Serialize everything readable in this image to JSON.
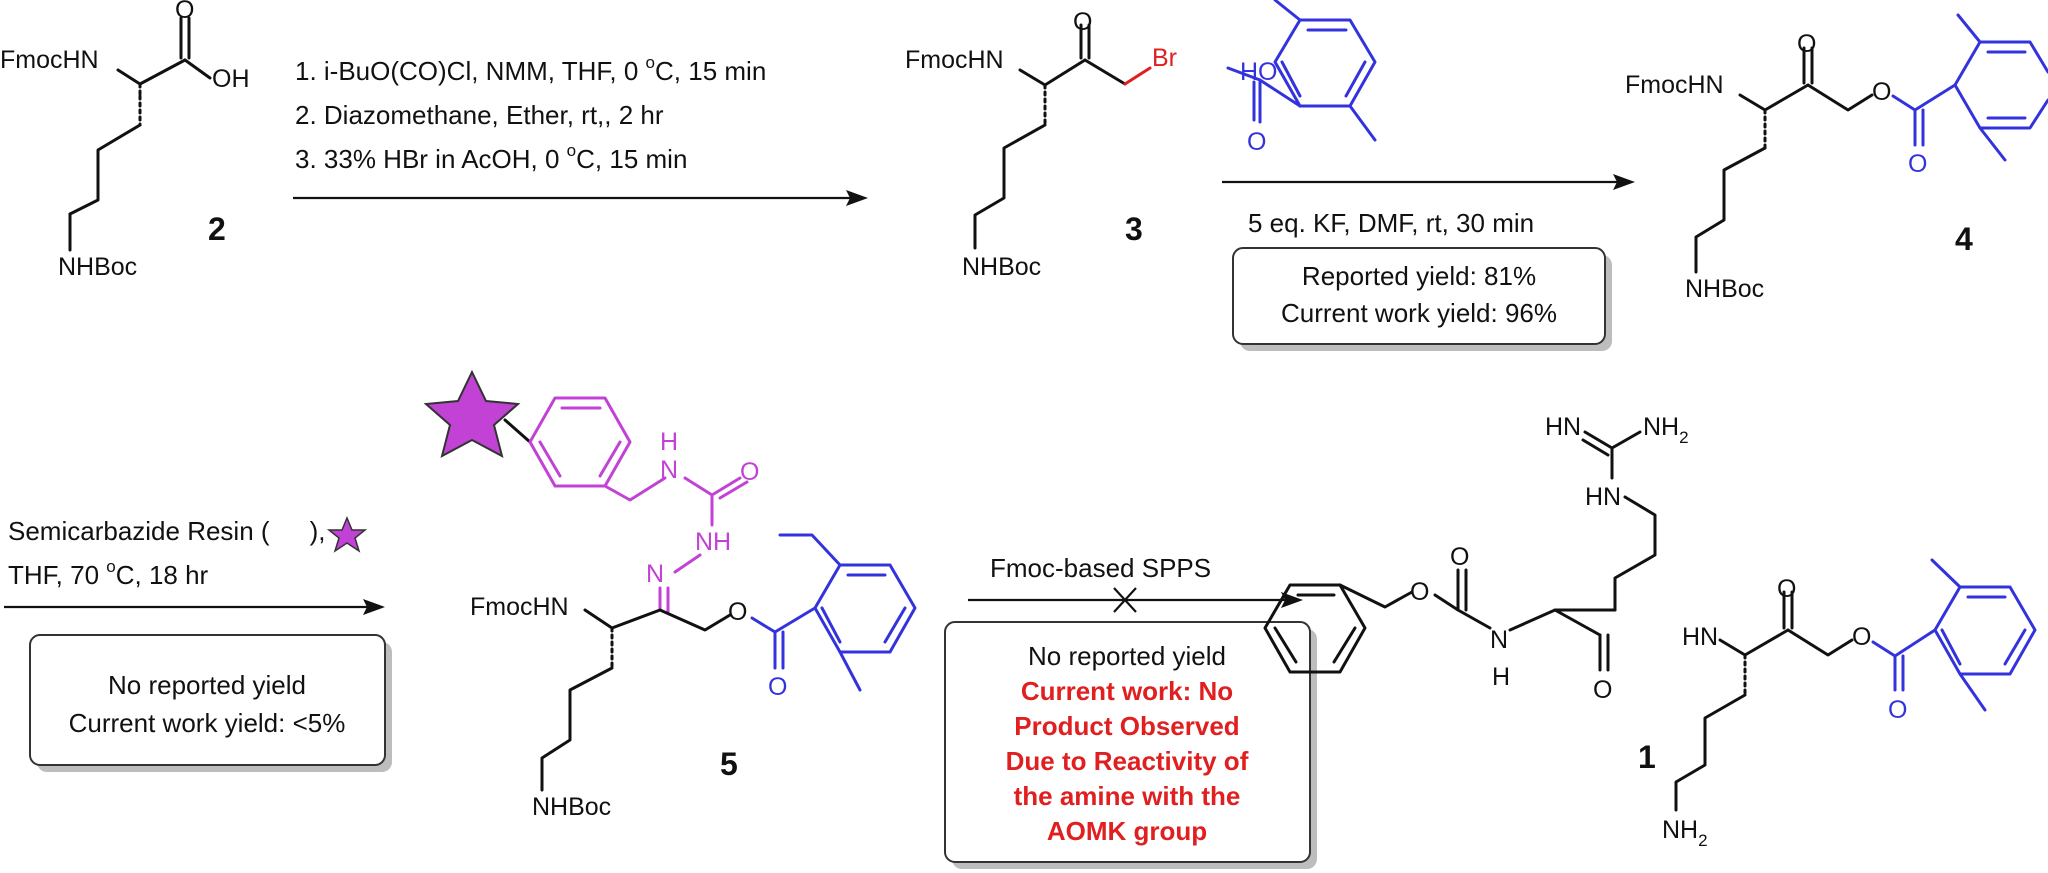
{
  "compounds": {
    "c2": {
      "label": "2",
      "fmoc": "FmocHN",
      "oh": "OH",
      "o": "O",
      "boc": "NHBoc"
    },
    "c3": {
      "label": "3",
      "fmoc": "FmocHN",
      "o": "O",
      "br": "Br",
      "boc": "NHBoc"
    },
    "c4": {
      "label": "4",
      "fmoc": "FmocHN",
      "o1": "O",
      "o2": "O",
      "o3": "O",
      "boc": "NHBoc"
    },
    "c5": {
      "label": "5",
      "fmoc": "FmocHN",
      "h": "H",
      "n1": "N",
      "o": "O",
      "nh": "NH",
      "n2": "N",
      "o2": "O",
      "o3": "O",
      "boc": "NHBoc"
    },
    "c1": {
      "label": "1",
      "hn": "HN",
      "nh2": "NH",
      "nh2_sub": "2",
      "hn2": "HN",
      "o1": "O",
      "o2": "O",
      "n": "N",
      "h": "H",
      "o3": "O",
      "hn3": "HN",
      "o4": "O",
      "o5": "O",
      "o6": "O",
      "nh2b": "NH",
      "nh2b_sub": "2"
    },
    "acid": {
      "ho": "HO",
      "o": "O"
    }
  },
  "steps": {
    "step1": {
      "lines": [
        "1. i-BuO(CO)Cl, NMM, THF, 0 ",
        "2. Diazomethane, Ether, rt,, 2 hr",
        "3. 33% HBr in AcOH, 0 "
      ],
      "deg": "o",
      "tail1": "C, 15 min",
      "tail3": "C, 15 min"
    },
    "step2": {
      "conditions": "5 eq. KF, DMF, rt, 30 min",
      "yield_reported": "Reported yield: 81%",
      "yield_current": "Current work yield: 96%"
    },
    "step3": {
      "line1": "Semicarbazide Resin (",
      "line1_end": "),",
      "line2a": "THF, 70 ",
      "deg": "o",
      "line2b": "C, 18 hr",
      "yield_reported": "No reported yield",
      "yield_current": "Current work yield: <5%"
    },
    "step4": {
      "conditions": "Fmoc-based SPPS",
      "yield_reported": "No reported yield",
      "red_lines": [
        "Current work: No",
        "Product Observed",
        "Due to Reactivity of",
        "the amine with the",
        "AOMK group"
      ]
    }
  },
  "colors": {
    "aomk": "#3333dd",
    "resin": "#c242d6",
    "bromide": "#e02020",
    "highlight": "#e02020"
  }
}
